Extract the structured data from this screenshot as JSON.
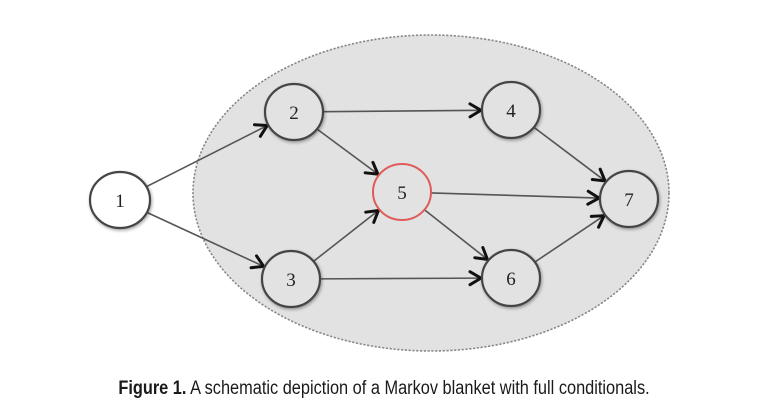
{
  "figure": {
    "caption_label": "Figure 1.",
    "caption_text": " A schematic depiction of a Markov blanket with full conditionals."
  },
  "graph": {
    "highlight_color": "#e05a5a",
    "node_stroke": "#444444",
    "edge_color": "#555555",
    "blanket_fill": "#e2e2e2",
    "blanket_stroke": "#888888",
    "target_node": "5",
    "blanket_nodes": [
      "2",
      "3",
      "4",
      "5",
      "6",
      "7"
    ],
    "nodes": [
      {
        "id": "1",
        "label": "1"
      },
      {
        "id": "2",
        "label": "2"
      },
      {
        "id": "3",
        "label": "3"
      },
      {
        "id": "4",
        "label": "4"
      },
      {
        "id": "5",
        "label": "5"
      },
      {
        "id": "6",
        "label": "6"
      },
      {
        "id": "7",
        "label": "7"
      }
    ],
    "edges": [
      {
        "from": "1",
        "to": "2"
      },
      {
        "from": "1",
        "to": "3"
      },
      {
        "from": "2",
        "to": "4"
      },
      {
        "from": "2",
        "to": "5"
      },
      {
        "from": "3",
        "to": "5"
      },
      {
        "from": "3",
        "to": "6"
      },
      {
        "from": "5",
        "to": "7"
      },
      {
        "from": "5",
        "to": "6"
      },
      {
        "from": "4",
        "to": "7"
      },
      {
        "from": "6",
        "to": "7"
      }
    ]
  }
}
